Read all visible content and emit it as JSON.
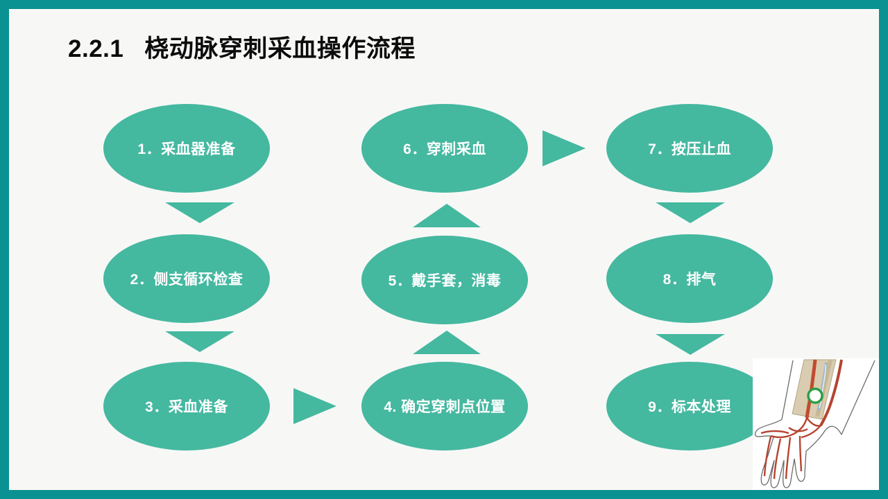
{
  "slide": {
    "title_number": "2.2.1",
    "title_text": "桡动脉穿刺采血操作流程",
    "colors": {
      "frame": "#0a9191",
      "background": "#f7f8f6",
      "shape": "#45b8a0",
      "shape_text": "#ffffff",
      "title_text": "#0c0c0c"
    }
  },
  "flowchart": {
    "steps": [
      {
        "id": "1",
        "label": "1．采血器准备"
      },
      {
        "id": "2",
        "label": "2．侧支循环检查"
      },
      {
        "id": "3",
        "label": "3．采血准备"
      },
      {
        "id": "4",
        "label": "4. 确定穿刺点位置"
      },
      {
        "id": "5",
        "label": "5．戴手套，消毒"
      },
      {
        "id": "6",
        "label": "6．穿刺采血"
      },
      {
        "id": "7",
        "label": "7．按压止血"
      },
      {
        "id": "8",
        "label": "8．排气"
      },
      {
        "id": "9",
        "label": "9．标本处理"
      }
    ],
    "arrows": [
      {
        "from": "1",
        "to": "2",
        "direction": "down"
      },
      {
        "from": "2",
        "to": "3",
        "direction": "down"
      },
      {
        "from": "3",
        "to": "4",
        "direction": "right"
      },
      {
        "from": "4",
        "to": "5",
        "direction": "up"
      },
      {
        "from": "5",
        "to": "6",
        "direction": "up"
      },
      {
        "from": "6",
        "to": "7",
        "direction": "right"
      },
      {
        "from": "7",
        "to": "8",
        "direction": "down"
      },
      {
        "from": "8",
        "to": "9",
        "direction": "down"
      }
    ]
  },
  "illustration": {
    "name": "radial-artery-wrist-diagram",
    "marker_color": "#2d9e44",
    "artery_color": "#b5442f",
    "band_color": "#d9ccb0"
  }
}
